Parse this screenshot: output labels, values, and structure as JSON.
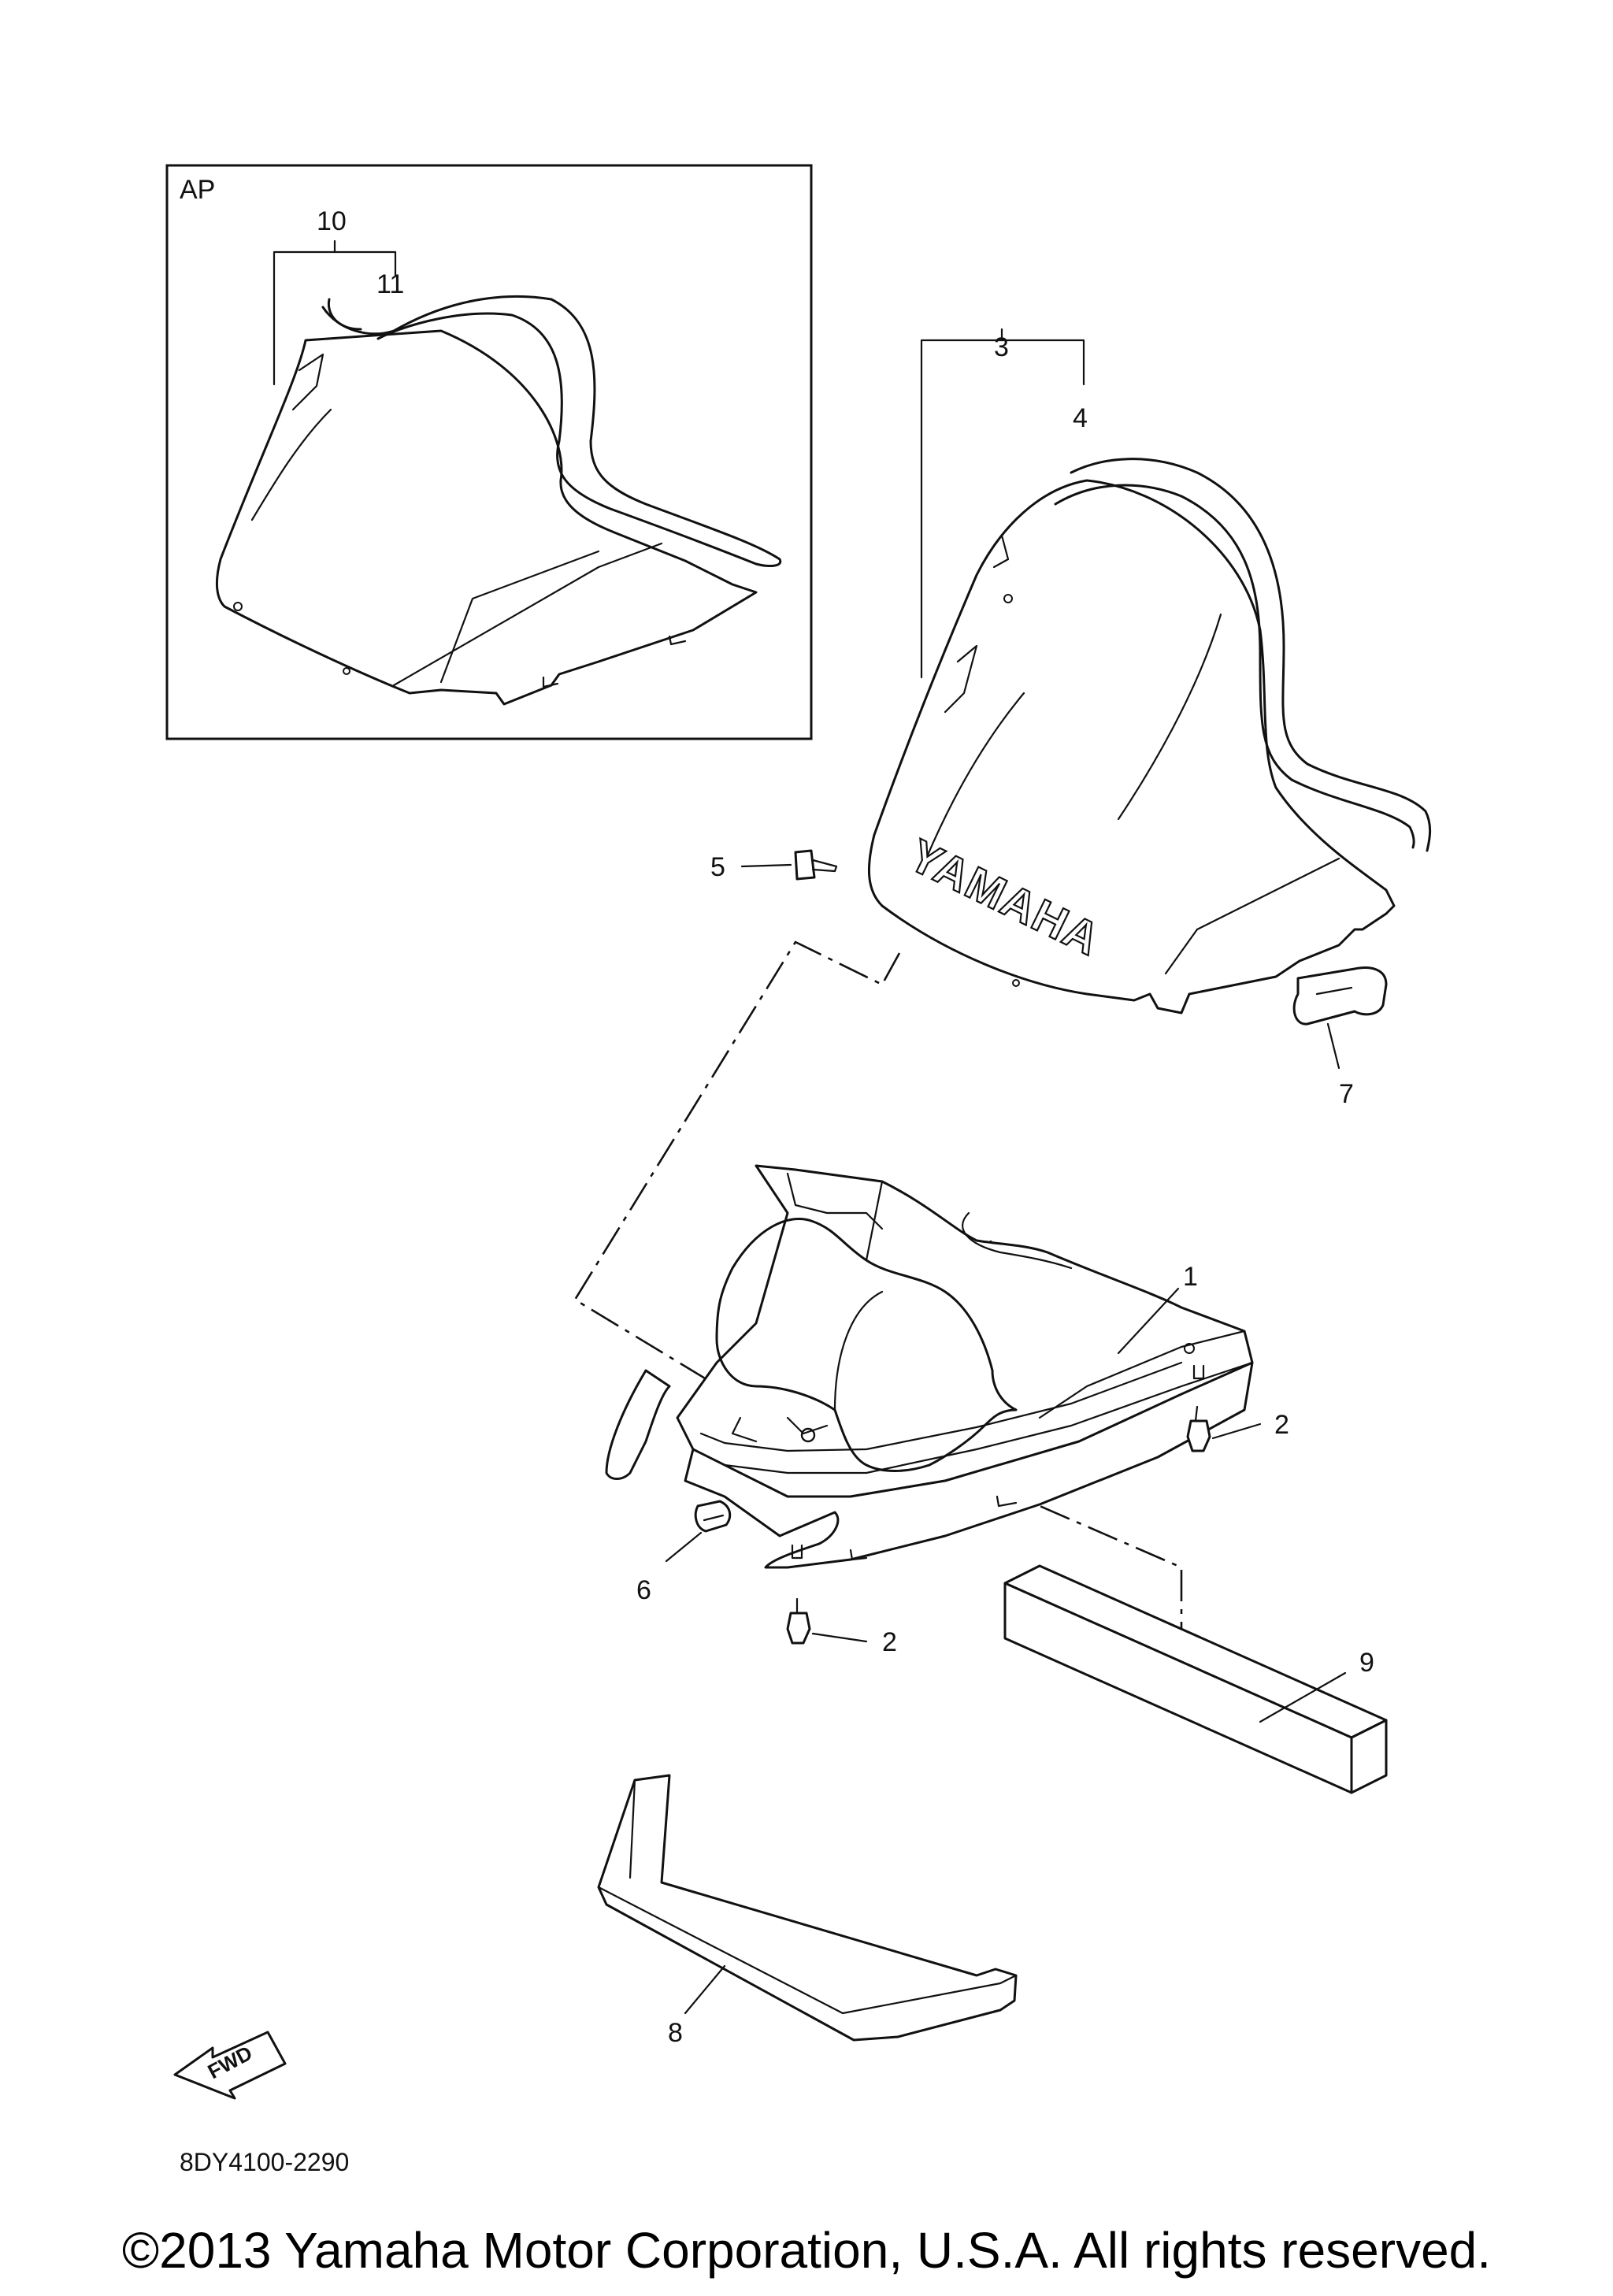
{
  "callouts": {
    "ap": "AP",
    "p1": "1",
    "p2a": "2",
    "p2b": "2",
    "p3": "3",
    "p4": "4",
    "p5": "5",
    "p6": "6",
    "p7": "7",
    "p8": "8",
    "p9": "9",
    "p10": "10",
    "p11": "11"
  },
  "brand_mark": "YAMAHA",
  "fwd_label": "FWD",
  "diagram_code": "8DY4100-2290",
  "copyright": "©2013 Yamaha Motor Corporation, U.S.A. All rights reserved."
}
